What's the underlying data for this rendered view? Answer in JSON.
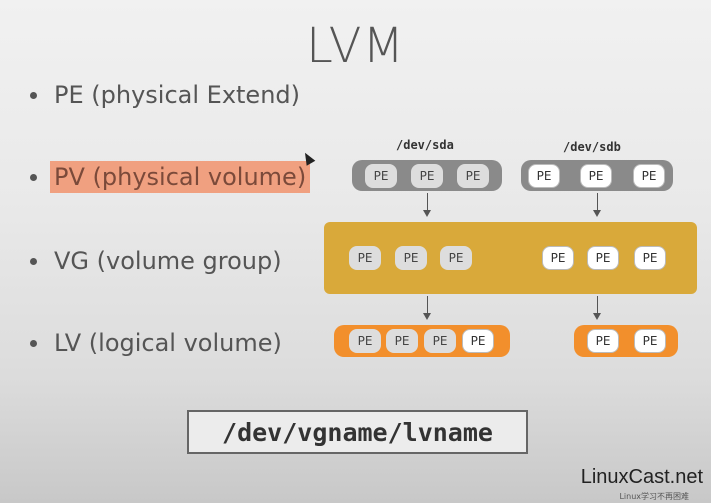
{
  "title": "LVM",
  "bullets": [
    {
      "text": "PE (physical Extend)",
      "highlighted": false
    },
    {
      "text": "PV (physical volume)",
      "highlighted": true
    },
    {
      "text": "VG (volume group)",
      "highlighted": false
    },
    {
      "text": "LV (logical volume)",
      "highlighted": false
    }
  ],
  "devices": {
    "sda": "/dev/sda",
    "sdb": "/dev/sdb"
  },
  "pe_label": "PE",
  "lv_path": "/dev/vgname/lvname",
  "brand": {
    "name": "LinuxCast.net",
    "tagline": "Linux学习不再困难"
  },
  "colors": {
    "pv_sda": "#8a8a8a",
    "pv_sdb": "#ffffff",
    "vg": "#d9a93a",
    "lv": "#f28f2c",
    "highlight": "#f0a080"
  }
}
